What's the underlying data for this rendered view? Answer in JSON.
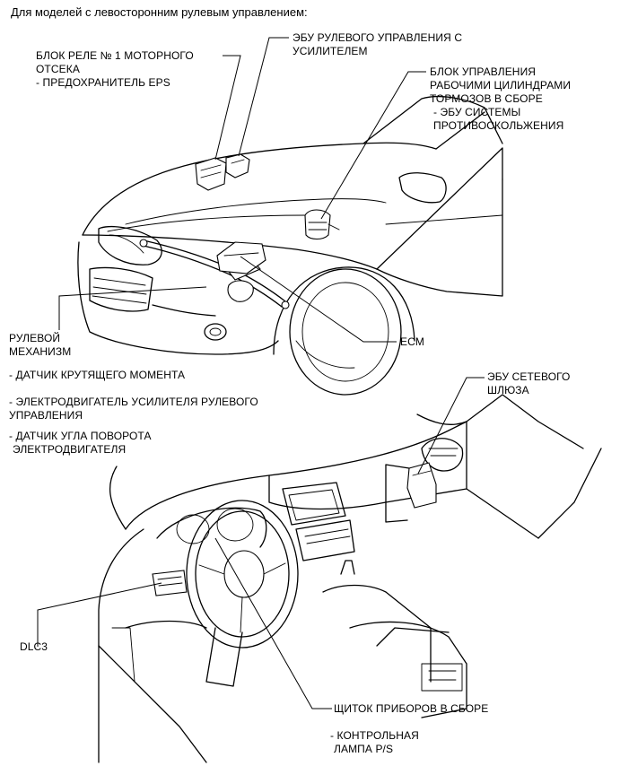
{
  "header": "Для моделей с левосторонним рулевым управлением:",
  "labels": {
    "relay_block_line1": "БЛОК РЕЛЕ № 1 МОТОРНОГО",
    "relay_block_line2": "ОТСЕКА",
    "relay_block_sub": "- ПРЕДОХРАНИТЕЛЬ EPS",
    "eps_ecu_line1": "ЭБУ РУЛЕВОГО УПРАВЛЕНИЯ С",
    "eps_ecu_line2": "УСИЛИТЕЛЕМ",
    "brake_line1": "БЛОК УПРАВЛЕНИЯ",
    "brake_line2": "РАБОЧИМИ ЦИЛИНДРАМИ",
    "brake_line3": "ТОРМОЗОВ В СБОРЕ",
    "brake_sub1": "- ЭБУ СИСТЕМЫ",
    "brake_sub2": "ПРОТИВОСКОЛЬЖЕНИЯ",
    "steering_line1": "РУЛЕВОЙ",
    "steering_line2": "МЕХАНИЗМ",
    "steering_sub1": "- ДАТЧИК КРУТЯЩЕГО МОМЕНТА",
    "steering_sub2_line1": "- ЭЛЕКТРОДВИГАТЕЛЬ УСИЛИТЕЛЯ РУЛЕВОГО",
    "steering_sub2_line2": "УПРАВЛЕНИЯ",
    "steering_sub3_line1": "- ДАТЧИК УГЛА ПОВОРОТА",
    "steering_sub3_line2": "ЭЛЕКТРОДВИГАТЕЛЯ",
    "ecm": "ECM",
    "gateway_line1": "ЭБУ СЕТЕВОГО",
    "gateway_line2": "ШЛЮЗА",
    "dlc3": "DLC3",
    "cluster_line1": "ЩИТОК ПРИБОРОВ В СБОРЕ",
    "cluster_sub1": "- КОНТРОЛЬНАЯ",
    "cluster_sub2": "ЛАМПА P/S"
  }
}
